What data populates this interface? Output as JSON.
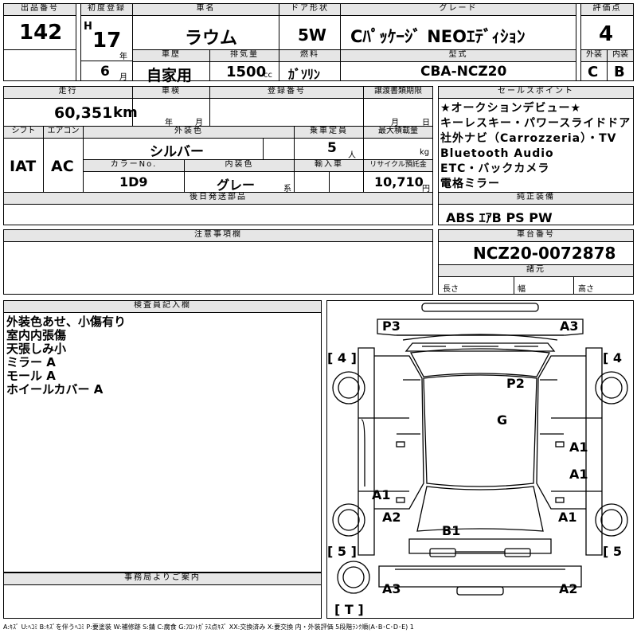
{
  "header": {
    "lot_label": "出品番号",
    "lot_no": "142",
    "first_reg_label": "初度登録",
    "era": "H",
    "first_reg_year": "17",
    "year_unit": "年",
    "month": "6",
    "month_unit": "月",
    "name_label": "車名",
    "name": "ラウム",
    "history_label": "車歴",
    "history": "自家用",
    "displacement_label": "排気量",
    "displacement": "1500",
    "cc_unit": "cc",
    "door_label": "ドア形状",
    "door": "5W",
    "fuel_label": "燃料",
    "fuel": "ｶﾞｿﾘﾝ",
    "grade_label": "グレード",
    "grade": "Cﾊﾟｯｹｰｼﾞ NEOｴﾃﾞｨｼｮﾝ",
    "model_label": "型式",
    "model": "CBA-NCZ20",
    "score_label": "評価点",
    "score": "4",
    "ext_label": "外装",
    "ext": "C",
    "int_label": "内装",
    "int": "B"
  },
  "specs": {
    "mileage_label": "走行",
    "mileage": "60,351",
    "km_unit": "km",
    "inspection_label": "車検",
    "year_unit": "年",
    "month_unit": "月",
    "reg_no_label": "登録番号",
    "transfer_label": "譲渡書類期限",
    "transfer_month_unit": "月",
    "transfer_day_unit": "日",
    "shift_label": "シフト",
    "shift": "IAT",
    "ac_label": "エアコン",
    "ac": "AC",
    "color_label": "外装色",
    "color": "シルバー",
    "capacity_label": "乗車定員",
    "capacity": "5",
    "person_unit": "人",
    "load_label": "最大積載量",
    "kg_unit": "kg",
    "color_no_label": "カラーNo.",
    "color_no": "1D9",
    "int_color_label": "内装色",
    "int_color": "グレー",
    "kei_unit": "系",
    "import_label": "輸入車",
    "recycle_label": "リサイクル預託金",
    "recycle": "10,710",
    "yen_unit": "円"
  },
  "sales": {
    "title": "セールスポイント",
    "lines": [
      "★オークションデビュー★",
      "キーレスキー・パワースライドドア",
      "社外ナビ（Carrozzeria）・TV",
      "Bluetooth Audio",
      "ETC・バックカメラ",
      "電格ミラー"
    ]
  },
  "later_parts_label": "後日発送部品",
  "equipment": {
    "title": "純正装備",
    "value": "ABS ｴｱB PS PW"
  },
  "notes_label": "注意事項欄",
  "chassis": {
    "title": "車台番号",
    "value": "NCZ20-0072878"
  },
  "dims": {
    "title": "諸元",
    "length": "長さ",
    "width": "幅",
    "height": "高さ"
  },
  "inspector": {
    "title": "検査員記入欄",
    "lines": [
      "外装色あせ、小傷有り",
      "室内内張傷",
      "天張しみ小",
      "ミラー A",
      "モール A",
      "ホイールカバー A"
    ]
  },
  "office_label": "事務局よりご案内",
  "diagram": {
    "p3": "P3",
    "a3_top": "A3",
    "bracket_tl": "[ 4 ]",
    "bracket_tr": "[ 4",
    "p2": "P2",
    "g": "G",
    "a1_rdoor1": "A1",
    "a1_rdoor2": "A1",
    "a1_ldoor": "A1",
    "a2_left": "A2",
    "a1_rrear": "A1",
    "b1": "B1",
    "bracket_bl": "[ 5 ]",
    "bracket_br": "[ 5",
    "a3_bottom": "A3",
    "a2_bottom": "A2",
    "trunk": "[ T ]"
  },
  "legend": "A:ｷｽﾞ  U:ﾍｺﾐ  B:ｷｽﾞを伴うﾍｺﾐ  P:要塗装  W:補修跡  S:錆  C:腐食  G:ﾌﾛﾝﾄｶﾞﾗｽ点ｷｽﾞ  XX:交換済み  X:要交換   内・外装評価  5段階ﾗﾝｸ順(A･B･C･D･E) 1"
}
